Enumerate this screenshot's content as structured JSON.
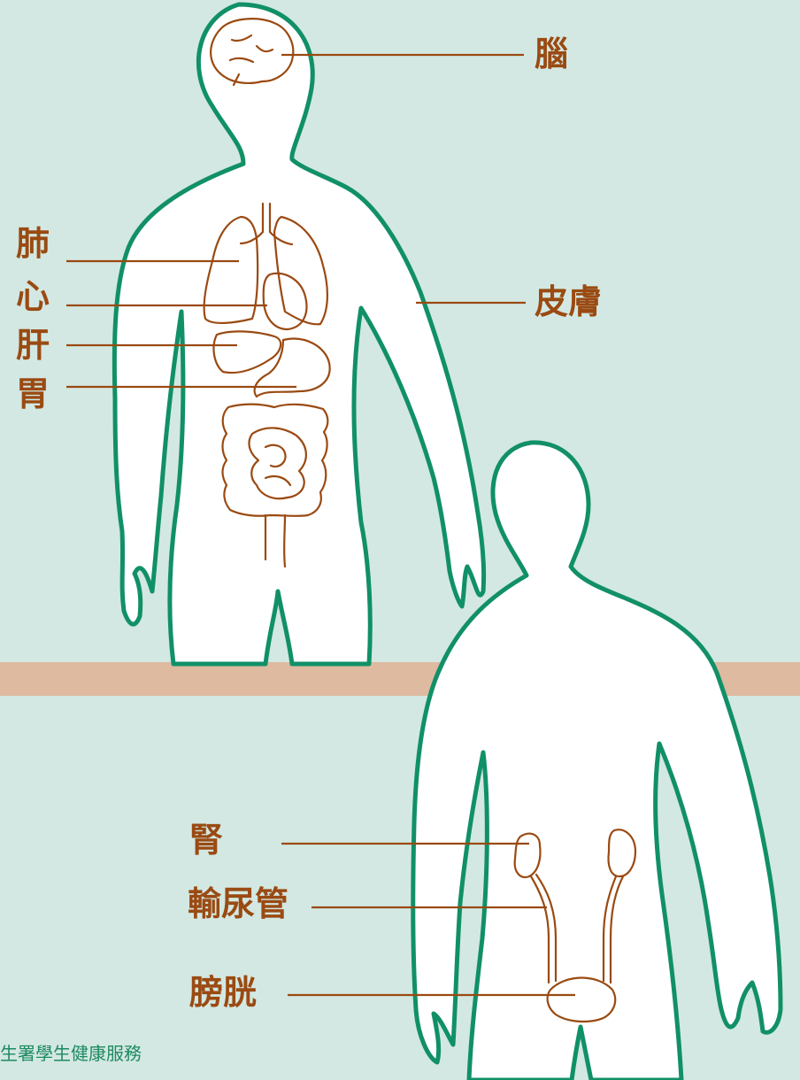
{
  "labels": {
    "brain": "腦",
    "skin": "皮膚",
    "lung": "肺",
    "heart": "心",
    "liver": "肝",
    "stomach": "胃",
    "kidney": "腎",
    "ureter": "輸尿管",
    "bladder": "膀胱"
  },
  "footer": "生署學生健康服務",
  "colors": {
    "background": "#d3e8e2",
    "band": "#debaa0",
    "outline": "#119068",
    "organ": "#9a4a12",
    "label": "#9a4a12",
    "footer": "#1e8a62"
  }
}
